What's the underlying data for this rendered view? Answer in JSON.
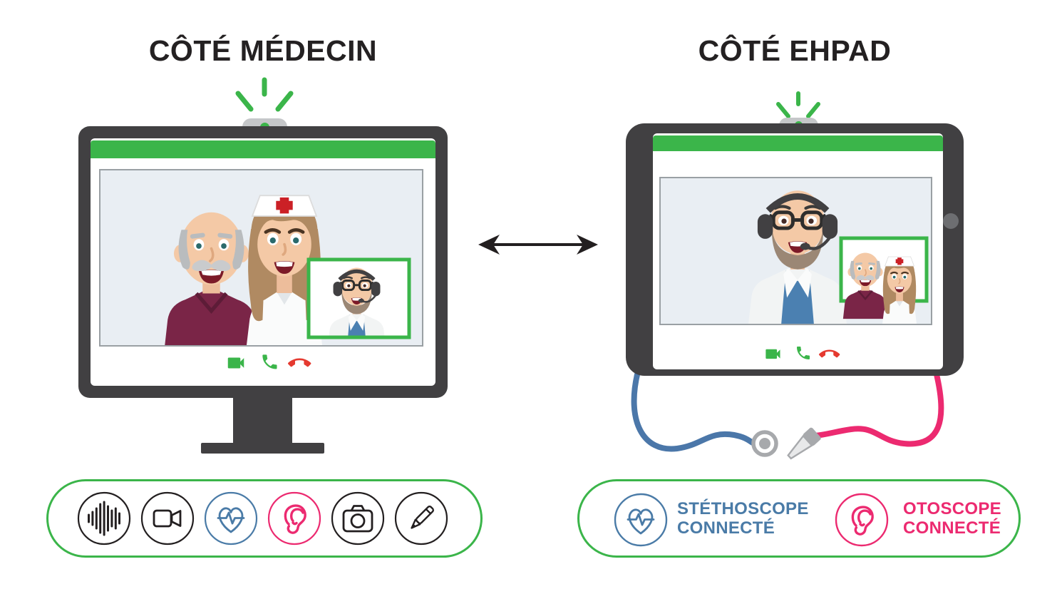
{
  "diagram": {
    "left": {
      "title": "CÔTÉ MÉDECIN",
      "device": "desktop-monitor",
      "toolbar_icons": [
        {
          "name": "audio-waveform-icon",
          "color": "#231f20"
        },
        {
          "name": "video-camera-icon",
          "color": "#231f20"
        },
        {
          "name": "stethoscope-heart-icon",
          "color": "#4a7ba7"
        },
        {
          "name": "otoscope-ear-icon",
          "color": "#ec2a70"
        },
        {
          "name": "photo-camera-icon",
          "color": "#231f20"
        },
        {
          "name": "pen-icon",
          "color": "#231f20"
        }
      ],
      "call_controls": [
        {
          "name": "video-on-icon",
          "color": "#3bb54a"
        },
        {
          "name": "answer-call-icon",
          "color": "#3bb54a"
        },
        {
          "name": "hang-up-icon",
          "color": "#e53a30"
        }
      ]
    },
    "right": {
      "title": "CÔTÉ EHPAD",
      "device": "tablet",
      "connected_devices": [
        {
          "icon": "stethoscope-heart-icon",
          "line1": "STÉTHOSCOPE",
          "line2": "CONNECTÉ",
          "color": "#4a7ba7"
        },
        {
          "icon": "otoscope-ear-icon",
          "line1": "OTOSCOPE",
          "line2": "CONNECTÉ",
          "color": "#ec2a70"
        }
      ],
      "call_controls": [
        {
          "name": "video-on-icon",
          "color": "#3bb54a"
        },
        {
          "name": "answer-call-icon",
          "color": "#3bb54a"
        },
        {
          "name": "hang-up-icon",
          "color": "#e53a30"
        }
      ]
    },
    "colors": {
      "accent_green": "#3bb54a",
      "frame_dark": "#414042",
      "hangup_red": "#e53a30",
      "stethoscope_blue": "#4a7ba7",
      "otoscope_pink": "#ec2a70",
      "cable_blue": "#4b77a9",
      "screen_background": "#e9eef3"
    }
  }
}
